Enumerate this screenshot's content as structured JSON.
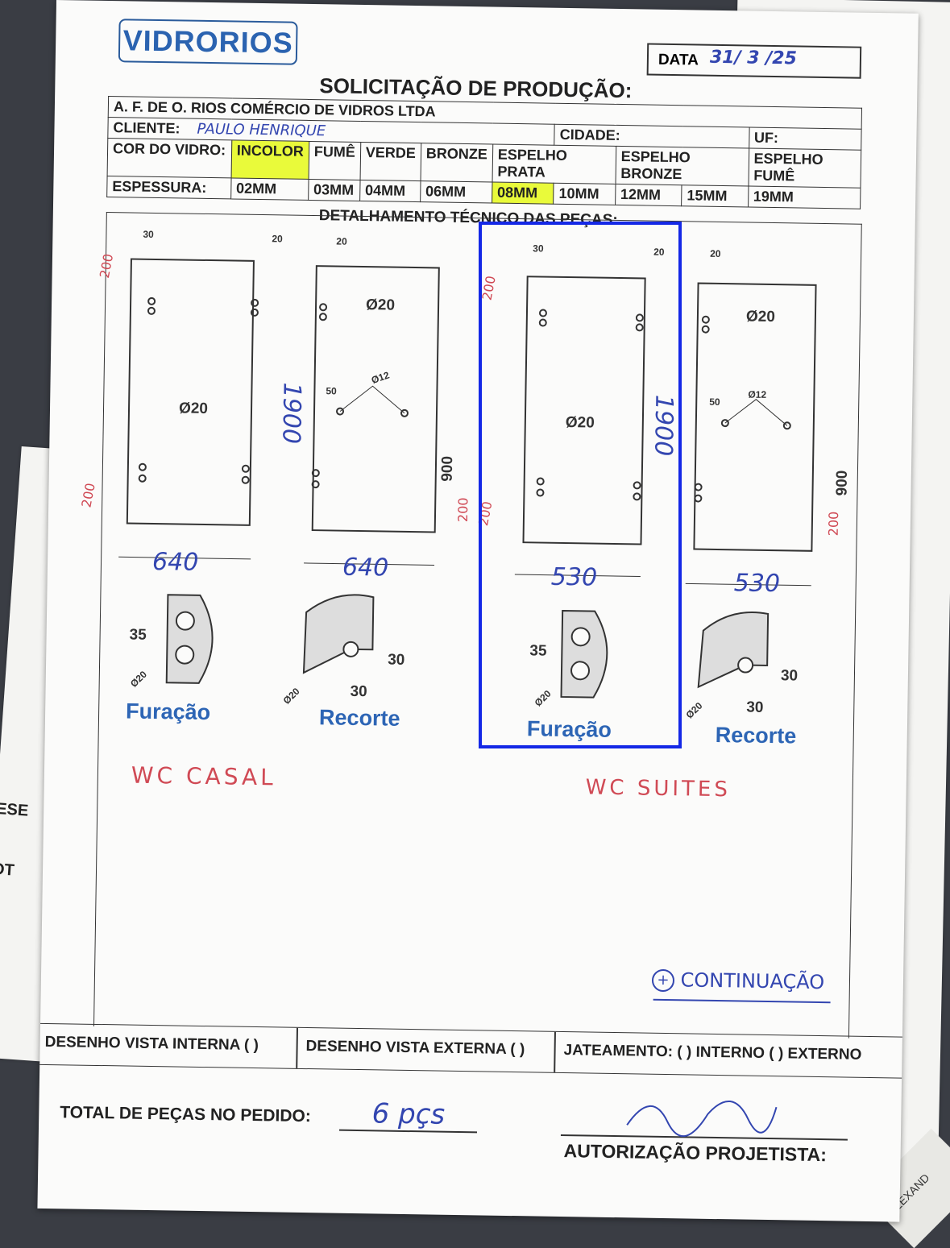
{
  "header": {
    "logo": "VIDRORIOS",
    "date_label": "DATA",
    "date_value": "31/ 3 /25",
    "title": "SOLICITAÇÃO DE PRODUÇÃO:"
  },
  "form": {
    "company": "A. F. DE O. RIOS COMÉRCIO DE VIDROS LTDA",
    "client_label": "CLIENTE:",
    "client_value": "PAULO HENRIQUE",
    "city_label": "CIDADE:",
    "uf_label": "UF:",
    "color_label": "COR DO VIDRO:",
    "colors": [
      "INCOLOR",
      "FUMÊ",
      "VERDE",
      "BRONZE",
      "ESPELHO PRATA",
      "ESPELHO BRONZE",
      "ESPELHO FUMÊ"
    ],
    "selected_color": "INCOLOR",
    "thickness_label": "ESPESSURA:",
    "thicknesses": [
      "02MM",
      "03MM",
      "04MM",
      "06MM",
      "08MM",
      "10MM",
      "12MM",
      "15MM",
      "19MM"
    ],
    "selected_thickness": "08MM"
  },
  "section_title": "DETALHAMENTO TÉCNICO DAS PEÇAS:",
  "pieces": [
    {
      "width": "640",
      "height": "1900",
      "hole": "Ø20",
      "top_offset": "200",
      "bottom_offset": "200",
      "margin_left": "30",
      "margin_right": "20",
      "label": "Furação"
    },
    {
      "width": "640",
      "height": "1900",
      "hole": "Ø20",
      "cut": "Ø12",
      "cut_offset": "50",
      "cut_height": "900",
      "bottom_offset": "200",
      "margin": "20",
      "label": "Recorte"
    },
    {
      "width": "530",
      "height": "1900",
      "hole": "Ø20",
      "top_offset": "200",
      "bottom_offset": "200",
      "margin_left": "30",
      "margin_right": "20",
      "label": "Furação"
    },
    {
      "width": "530",
      "height": "1900",
      "hole": "Ø20",
      "cut": "Ø12",
      "cut_offset": "50",
      "cut_height": "900",
      "bottom_offset": "200",
      "margin": "20",
      "label": "Recorte"
    }
  ],
  "detail": {
    "furacao_spacing": "35",
    "furacao_hole": "Ø20",
    "recorte_a": "30",
    "recorte_b": "30",
    "recorte_hole": "Ø20"
  },
  "notes": {
    "group1": "WC CASAL",
    "group2": "WC SUITES",
    "continuation": "CONTINUAÇÃO"
  },
  "footer": {
    "internal_view": "DESENHO VISTA INTERNA ( )",
    "external_view": "DESENHO VISTA EXTERNA ( )",
    "frosting": "JATEAMENTO: ( ) INTERNO ( ) EXTERNO",
    "total_label": "TOTAL DE PEÇAS NO PEDIDO:",
    "total_value": "6 pçs",
    "auth_label": "AUTORIZAÇÃO PROJETISTA:"
  },
  "side_sheet": {
    "text1": "ESE",
    "text2": "OT",
    "stamp": "ALEXAND"
  },
  "colors": {
    "highlight": "#e9fa3a",
    "blue_ink": "#3346b0",
    "red_ink": "#d04a55",
    "logo_blue": "#2b63b0",
    "selection": "#1428e6"
  }
}
